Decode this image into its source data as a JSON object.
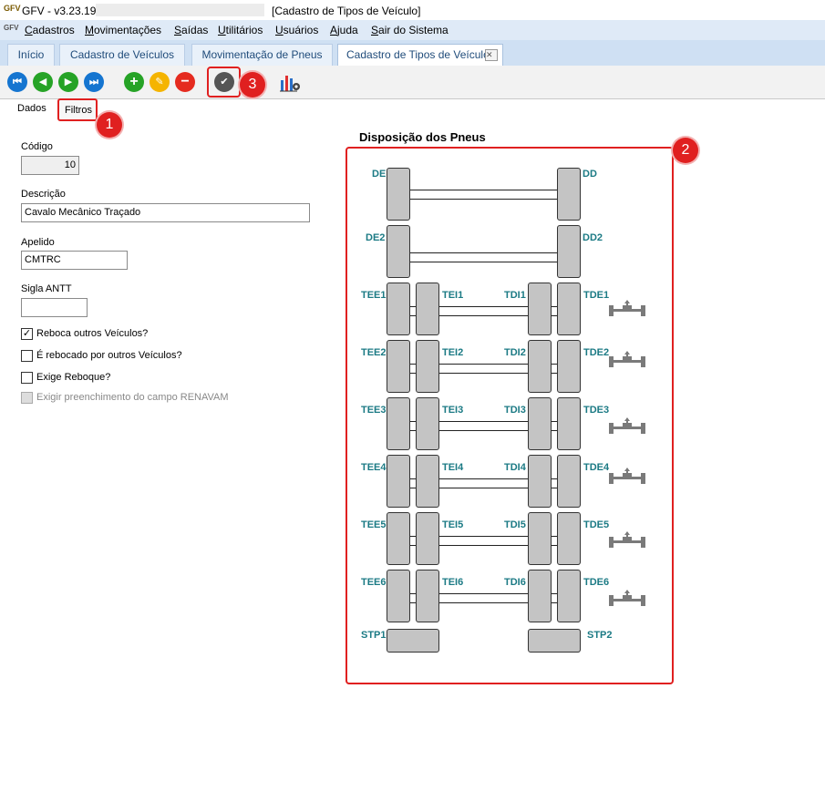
{
  "window": {
    "app_title": "GFV - v3.23.19",
    "doc_title": "[Cadastro de Tipos de Veículo]"
  },
  "menu": [
    "Cadastros",
    "Movimentações",
    "Saídas",
    "Utilitários",
    "Usuários",
    "Ajuda",
    "Sair do Sistema"
  ],
  "tabs": [
    "Início",
    "Cadastro de Veículos",
    "Movimentação de Pneus",
    "Cadastro de Tipos de Veículo"
  ],
  "subtabs": [
    "Dados",
    "Filtros"
  ],
  "badges": [
    "1",
    "2",
    "3"
  ],
  "form": {
    "codigo_label": "Código",
    "codigo_value": "10",
    "descricao_label": "Descrição",
    "descricao_value": "Cavalo Mecânico Traçado",
    "apelido_label": "Apelido",
    "apelido_value": "CMTRC",
    "sigla_label": "Sigla ANTT",
    "sigla_value": ""
  },
  "checkboxes": [
    {
      "label": "Reboca outros Veículos?",
      "checked": true,
      "enabled": true
    },
    {
      "label": "É rebocado por outros Veículos?",
      "checked": false,
      "enabled": true
    },
    {
      "label": "Exige Reboque?",
      "checked": false,
      "enabled": true
    },
    {
      "label": "Exigir preenchimento do campo RENAVAM",
      "checked": false,
      "enabled": false
    }
  ],
  "tires": {
    "title": "Disposição dos Pneus",
    "labels": {
      "DE": "DE",
      "DD": "DD",
      "DE2": "DE2",
      "DD2": "DD2",
      "TEE1": "TEE1",
      "TEI1": "TEI1",
      "TDI1": "TDI1",
      "TDE1": "TDE1",
      "TEE2": "TEE2",
      "TEI2": "TEI2",
      "TDI2": "TDI2",
      "TDE2": "TDE2",
      "TEE3": "TEE3",
      "TEI3": "TEI3",
      "TDI3": "TDI3",
      "TDE3": "TDE3",
      "TEE4": "TEE4",
      "TEI4": "TEI4",
      "TDI4": "TDI4",
      "TDE4": "TDE4",
      "TEE5": "TEE5",
      "TEI5": "TEI5",
      "TDI5": "TDI5",
      "TDE5": "TDE5",
      "TEE6": "TEE6",
      "TEI6": "TEI6",
      "TDI6": "TDI6",
      "TDE6": "TDE6",
      "STP1": "STP1",
      "STP2": "STP2"
    }
  },
  "colors": {
    "badge": "#e02020",
    "tire_label": "#1b7a84",
    "tire_fill": "#c4c4c4"
  }
}
